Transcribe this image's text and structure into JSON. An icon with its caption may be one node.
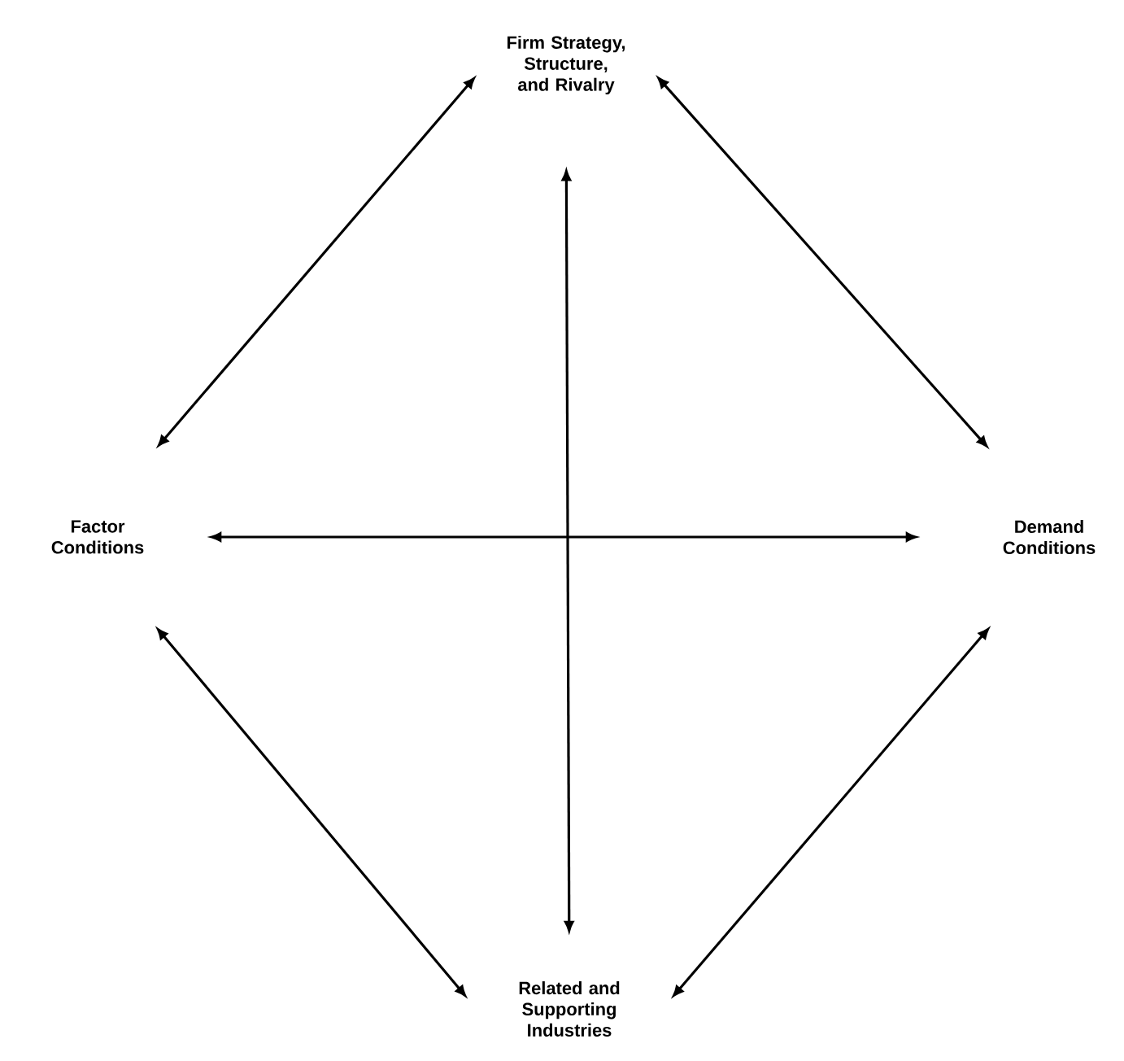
{
  "diagram": {
    "nodes": [
      {
        "text": [
          "Firm Strategy, Structure, and Rivalry"
        ]
      },
      {
        "text": [
          "Factor Conditions"
        ]
      },
      {
        "text": [
          "Demand Conditions"
        ]
      },
      {
        "text": [
          "Related and Supporting Industries"
        ]
      }
    ],
    "edges": [
      {
        "from": 0,
        "to": 1,
        "arrow": "both"
      },
      {
        "from": 0,
        "to": 2,
        "arrow": "both"
      },
      {
        "from": 1,
        "to": 3,
        "arrow": "both"
      },
      {
        "from": 2,
        "to": 3,
        "arrow": "both"
      },
      {
        "from": 0,
        "to": 3,
        "arrow": "both"
      },
      {
        "from": 1,
        "to": 2,
        "arrow": "both"
      }
    ]
  }
}
